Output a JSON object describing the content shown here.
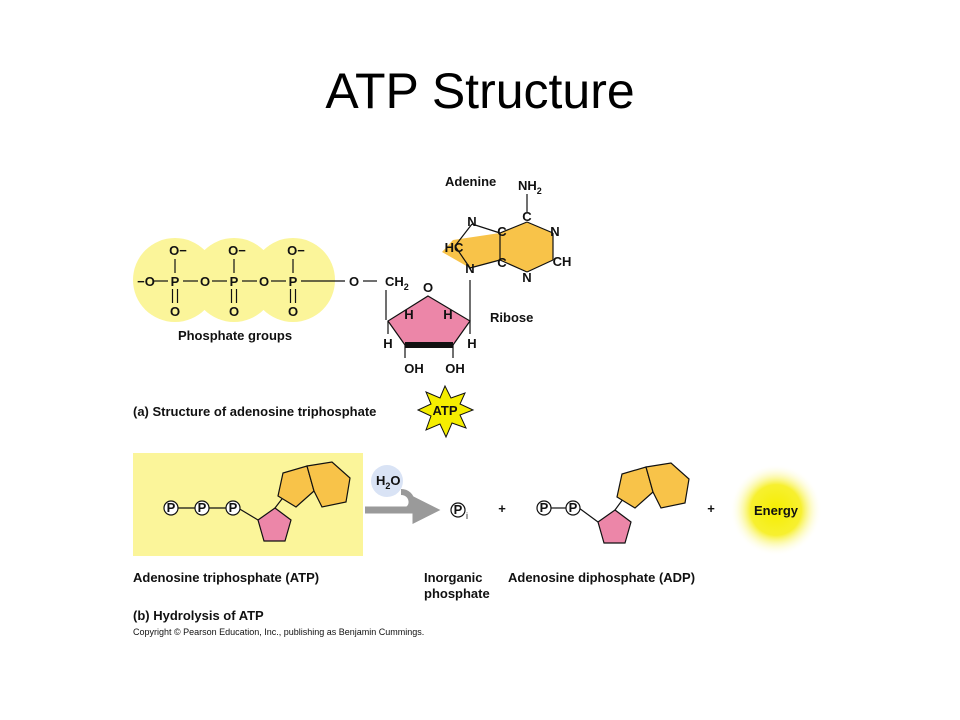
{
  "title": "ATP Structure",
  "part_a": {
    "phosphate_atoms": {
      "o_minus": "O−",
      "minus_o": "−O",
      "o": "O",
      "p": "P"
    },
    "label_phosphate_groups": "Phosphate groups",
    "ribose_atoms": {
      "ch2": "CH2",
      "ring_o": "O",
      "h": "H",
      "oh": "OH"
    },
    "label_ribose": "Ribose",
    "label_adenine": "Adenine",
    "adenine_atoms": {
      "nh2": "NH2",
      "n": "N",
      "c": "C",
      "hc": "HC",
      "ch": "CH"
    },
    "caption": "(a) Structure of adenosine triphosphate",
    "starburst_text": "ATP"
  },
  "part_b": {
    "water": "H2O",
    "p_symbol": "P",
    "pi_subscript": "i",
    "plus": "+",
    "energy": "Energy",
    "label_atp": "Adenosine triphosphate (ATP)",
    "label_inorganic": "Inorganic",
    "label_phosphate": "phosphate",
    "label_adp": "Adenosine diphosphate (ADP)",
    "caption": "(b) Hydrolysis of ATP"
  },
  "copyright": "Copyright © Pearson Education, Inc., publishing as Benjamin Cummings.",
  "colors": {
    "phosphate_yellow": "#fbf59a",
    "adenine_orange": "#f8c349",
    "ribose_pink": "#ec86a8",
    "energy_yellow": "#f5ee00"
  }
}
